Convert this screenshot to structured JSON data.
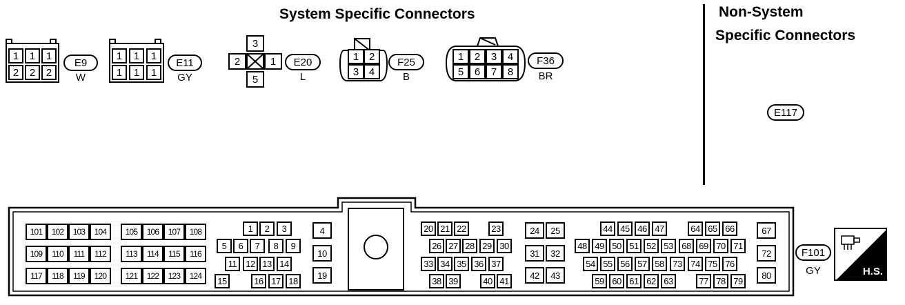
{
  "header": {
    "system_title": "System Specific Connectors",
    "nonsys_title_line1": "Non-System",
    "nonsys_title_line2": "Specific Connectors"
  },
  "connectors": {
    "e9": {
      "id": "E9",
      "color": "W",
      "top": [
        "1",
        "1",
        "1"
      ],
      "bottom": [
        "2",
        "2",
        "2"
      ]
    },
    "e11": {
      "id": "E11",
      "color": "GY",
      "top": [
        "1",
        "1",
        "1"
      ],
      "bottom": [
        "1",
        "1",
        "1"
      ]
    },
    "e20": {
      "id": "E20",
      "color": "L",
      "pins": {
        "top": "3",
        "left": "2",
        "right": "1",
        "bottom": "5"
      }
    },
    "f25": {
      "id": "F25",
      "color": "B",
      "top": [
        "1",
        "2"
      ],
      "bottom": [
        "3",
        "4"
      ]
    },
    "f36": {
      "id": "F36",
      "color": "BR",
      "top": [
        "1",
        "2",
        "3",
        "4"
      ],
      "bottom": [
        "5",
        "6",
        "7",
        "8"
      ]
    },
    "e117": {
      "id": "E117"
    },
    "f101": {
      "id": "F101",
      "color": "GY",
      "hs_label": "H.S."
    }
  },
  "ecm": {
    "g1": [
      "101",
      "102",
      "103",
      "104",
      "109",
      "110",
      "111",
      "112",
      "117",
      "118",
      "119",
      "120"
    ],
    "g2": [
      "105",
      "106",
      "107",
      "108",
      "113",
      "114",
      "115",
      "116",
      "121",
      "122",
      "123",
      "124"
    ],
    "g3": [
      "1",
      "2",
      "3",
      "5",
      "6",
      "7",
      "8",
      "9",
      "11",
      "12",
      "13",
      "14",
      "15",
      "16",
      "17",
      "18"
    ],
    "g4": [
      "4",
      "10",
      "19"
    ],
    "g5": [
      "20",
      "21",
      "22",
      "23",
      "26",
      "27",
      "28",
      "29",
      "30",
      "33",
      "34",
      "35",
      "36",
      "37",
      "38",
      "39",
      "40",
      "41"
    ],
    "g6": [
      "24",
      "25",
      "31",
      "32",
      "42",
      "43"
    ],
    "g7": [
      "44",
      "45",
      "46",
      "47",
      "64",
      "65",
      "66",
      "48",
      "49",
      "50",
      "51",
      "52",
      "53",
      "68",
      "69",
      "70",
      "71",
      "54",
      "55",
      "56",
      "57",
      "58",
      "73",
      "74",
      "75",
      "76",
      "59",
      "60",
      "61",
      "62",
      "63",
      "77",
      "78",
      "79"
    ],
    "g8": [
      "67",
      "72",
      "80"
    ]
  }
}
